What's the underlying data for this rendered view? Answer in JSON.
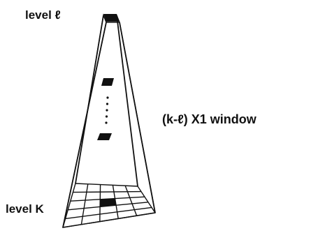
{
  "labels": {
    "top_level": "level ℓ",
    "bottom_level": "level K",
    "window": "(k-ℓ) X1 window"
  },
  "colors": {
    "ink": "#111111",
    "background": "#ffffff"
  },
  "structure": {
    "base_grid_rows": 5,
    "base_grid_cols": 5,
    "highlighted_cell": {
      "row": 2,
      "col": 2
    },
    "intermediate_cells_shown": 2,
    "ellipsis_dots": 5
  }
}
